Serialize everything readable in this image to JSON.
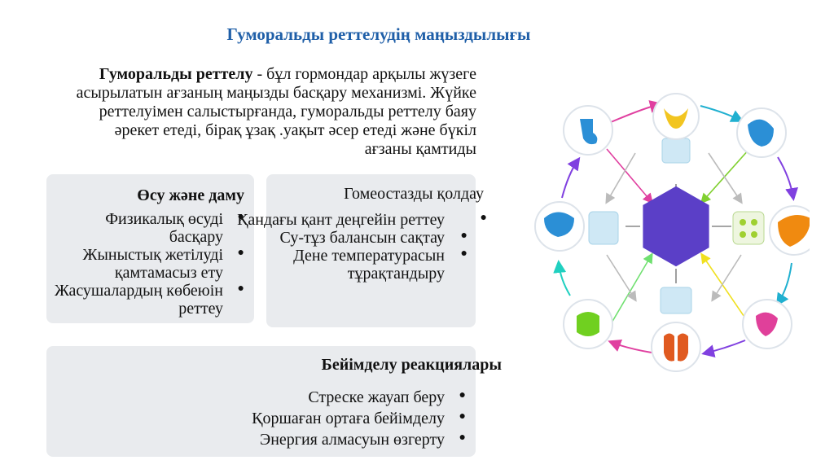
{
  "title": "Гуморальды реттелудің маңыздылығы",
  "intro": {
    "bold": "Гуморальды реттелу",
    "text": " - бұл гормондар арқылы жүзеге асырылатын ағзаның маңызды басқару механизмі. Жүйке реттелуімен салыстырғанда, гуморальды реттелу баяу әрекет етеді, бірақ ұзақ .уақыт әсер етеді және бүкіл ағзаны қамтиды"
  },
  "card1": {
    "heading": "Өсу және даму",
    "items": [
      "Физикалық өсуді басқару",
      "Жыныстық жетілуді қамтамасыз ету",
      "Жасушалардың көбеюін реттеу"
    ]
  },
  "card2": {
    "heading": "Гомеостазды қолдау",
    "items": [
      "Қандағы қант деңгейін реттеу",
      "Су-тұз балансын сақтау",
      "Дене температурасын тұрақтандыру"
    ]
  },
  "card3": {
    "heading": "Бейімделу реакциялары",
    "items": [
      "Стреске жауап беру",
      "Қоршаған ортаға бейімделу",
      "Энергия алмасуын өзгерту"
    ]
  },
  "colors": {
    "title": "#1f5fa8",
    "card_bg": "#e9ebee",
    "hexagon": "#5b3fc7",
    "ring_arrows": [
      "#e040a0",
      "#20b0d0",
      "#8040e0",
      "#ff8a00",
      "#40c040",
      "#f0e020"
    ]
  },
  "diagram": {
    "icons": [
      "thyroid-icon",
      "pancreas-icon",
      "liver-icon",
      "intestine-icon",
      "lungs-icon",
      "colon-icon",
      "brain-icon",
      "kidney-icon"
    ]
  }
}
